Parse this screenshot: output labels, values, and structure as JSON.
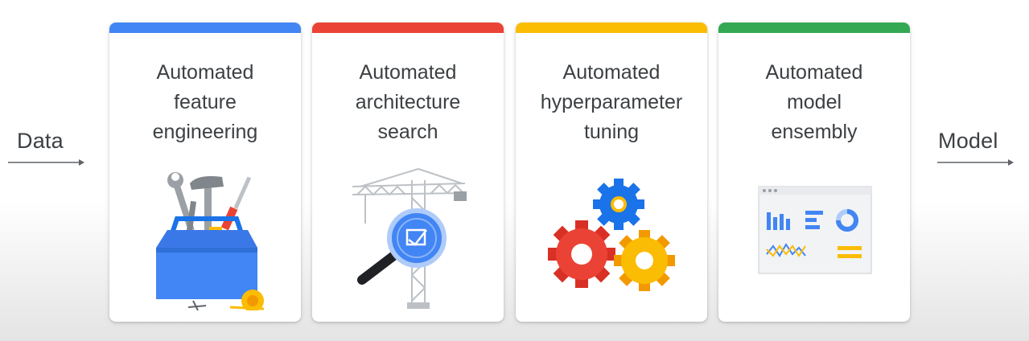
{
  "input_label": "Data",
  "output_label": "Model",
  "cards": [
    {
      "lines": [
        "Automated",
        "feature",
        "engineering"
      ],
      "accent": "#4285f4",
      "icon": "toolbox-icon"
    },
    {
      "lines": [
        "Automated",
        "architecture",
        "search"
      ],
      "accent": "#ea4335",
      "icon": "crane-magnifier-icon"
    },
    {
      "lines": [
        "Automated",
        "hyperparameter",
        "tuning"
      ],
      "accent": "#fbbc04",
      "icon": "gears-icon"
    },
    {
      "lines": [
        "Automated",
        "model",
        "ensembly"
      ],
      "accent": "#34a853",
      "icon": "dashboard-icon"
    }
  ]
}
